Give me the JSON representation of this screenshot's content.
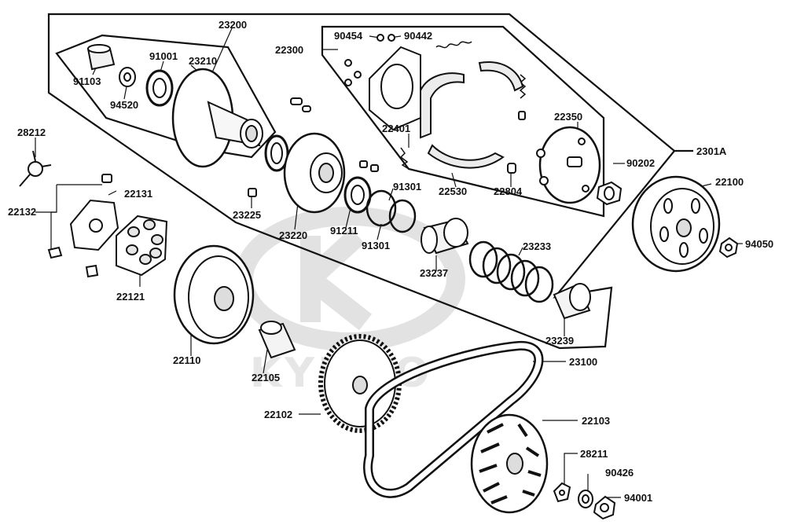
{
  "diagram": {
    "watermark": "KYMCO",
    "labels": {
      "p23200": "23200",
      "p22300": "22300",
      "p90454": "90454",
      "p90442": "90442",
      "p91001": "91001",
      "p23210": "23210",
      "p91103": "91103",
      "p94520": "94520",
      "p28212": "28212",
      "p22131": "22131",
      "p22132": "22132",
      "p22121": "22121",
      "p23225": "23225",
      "p23220": "23220",
      "p91211": "91211",
      "p91301a": "91301",
      "p91301b": "91301",
      "p22401": "22401",
      "p22350": "22350",
      "p22530": "22530",
      "p22804": "22804",
      "p90202": "90202",
      "p2301A": "2301A",
      "p22100": "22100",
      "p94050": "94050",
      "p23233": "23233",
      "p23237": "23237",
      "p23239": "23239",
      "p22110": "22110",
      "p22105": "22105",
      "p23100": "23100",
      "p22102": "22102",
      "p22103": "22103",
      "p28211": "28211",
      "p90426": "90426",
      "p94001": "94001"
    }
  }
}
